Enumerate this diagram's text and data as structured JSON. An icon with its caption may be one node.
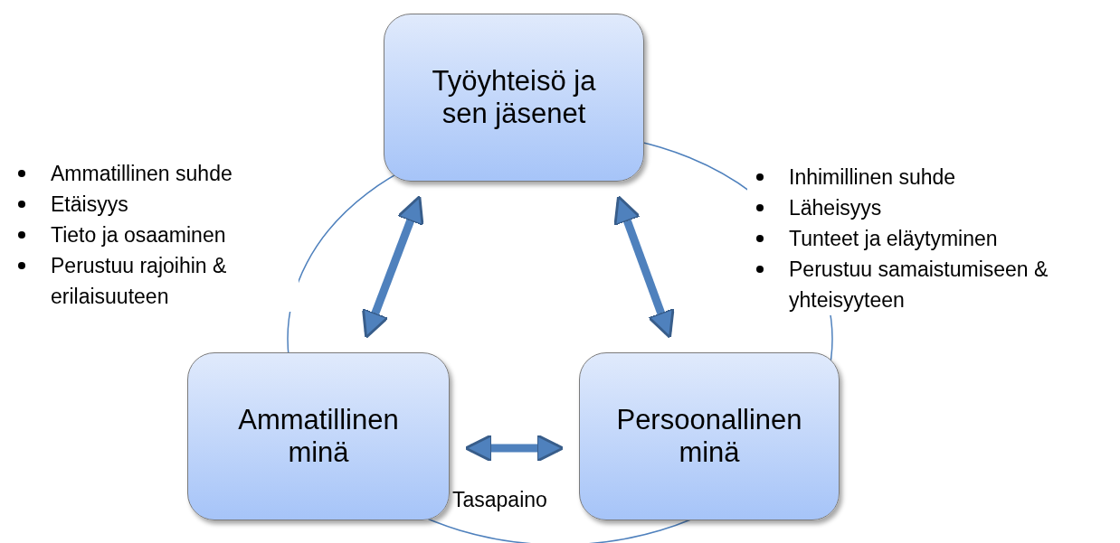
{
  "diagram": {
    "nodes": [
      {
        "text": [
          "Työyhteisö ja sen jäsenet"
        ]
      },
      {
        "text": [
          "Ammatillinen minä"
        ]
      },
      {
        "text": [
          "Persoonallinen minä"
        ]
      }
    ],
    "edges": [
      {
        "from": 1,
        "to": 0,
        "arrow": "both"
      },
      {
        "from": 0,
        "to": 2,
        "arrow": "both"
      },
      {
        "from": 1,
        "to": 2,
        "arrow": "both",
        "label": "Tasapaino"
      }
    ],
    "labels": [
      "Ammatillinen suhde",
      "Etäisyys",
      "Tieto ja osaaminen",
      "Perustuu rajoihin & erilaisuuteen",
      "Inhimillinen suhde",
      "Läheisyys",
      "Tunteet ja eläytyminen",
      "Perustuu samaistumiseen & yhteisyyteen"
    ]
  }
}
